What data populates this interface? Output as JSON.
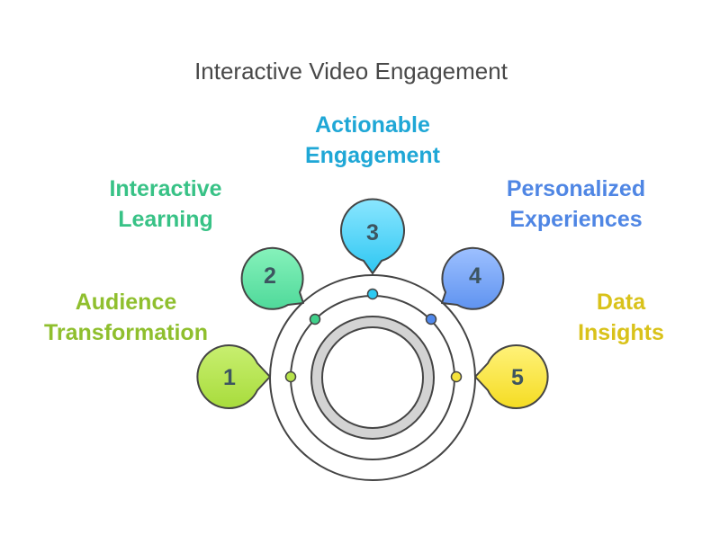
{
  "title": "Interactive Video Engagement",
  "steps": [
    {
      "number": "1",
      "label_line1": "Audience",
      "label_line2": "Transformation",
      "color": "#8fbf2e",
      "fill_top": "#c8ef70",
      "fill_bottom": "#a8dc3c"
    },
    {
      "number": "2",
      "label_line1": "Interactive",
      "label_line2": "Learning",
      "color": "#38c286",
      "fill_top": "#86f2bb",
      "fill_bottom": "#4fd99a"
    },
    {
      "number": "3",
      "label_line1": "Actionable",
      "label_line2": "Engagement",
      "color": "#1fa7d6",
      "fill_top": "#8ae6ff",
      "fill_bottom": "#2fc7f2"
    },
    {
      "number": "4",
      "label_line1": "Personalized",
      "label_line2": "Experiences",
      "color": "#4f86e4",
      "fill_top": "#9dc0ff",
      "fill_bottom": "#5f93f0"
    },
    {
      "number": "5",
      "label_line1": "Data",
      "label_line2": "Insights",
      "color": "#d9c21a",
      "fill_top": "#fff27a",
      "fill_bottom": "#f5dc22"
    }
  ],
  "colors": {
    "outline": "#444444",
    "ring_fill": "#d3d3d3"
  }
}
